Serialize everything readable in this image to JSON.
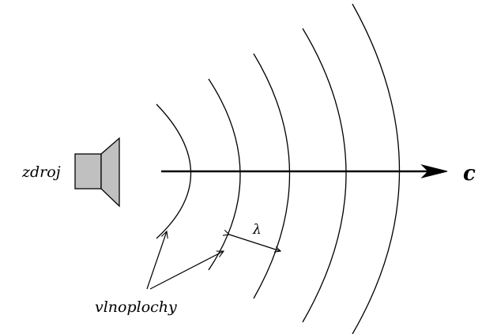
{
  "labels": {
    "source": "zdroj",
    "wavefronts": "vlnoplochy",
    "wavelength": "λ",
    "speed": "c"
  },
  "colors": {
    "speaker_fill": "#c0c0c0",
    "stroke": "#000000",
    "background": "#ffffff"
  },
  "icons": {
    "source": "loudspeaker-icon"
  }
}
